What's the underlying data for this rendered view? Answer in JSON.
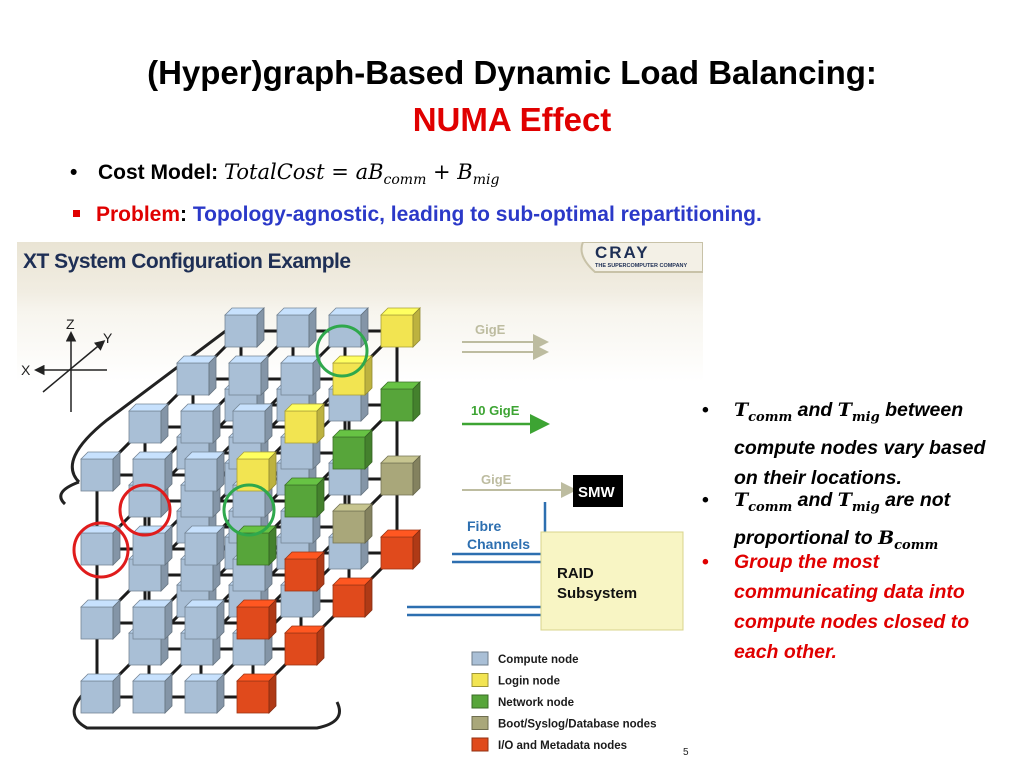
{
  "slide": {
    "title_line1": "(Hyper)graph-Based Dynamic Load Balancing:",
    "title_line2": "NUMA Effect",
    "bullets": {
      "cost_label": "Cost Model:",
      "formula": {
        "lhs": "TotalCost",
        "eq": " = aB",
        "sub1": "comm",
        "plus": " + B",
        "sub2": "mig"
      },
      "problem_label": "Problem",
      "problem_colon": ":",
      "problem_text": "Topology-agnostic, leading to sub-optimal repartitioning."
    },
    "right_bullets": [
      {
        "pre": "T",
        "s1": "comm",
        "mid": " and ",
        "t2": "T",
        "s2": "mig",
        "rest": "  between compute nodes vary based on their locations."
      },
      {
        "pre": "T",
        "s1": "comm",
        "mid": " and ",
        "t2": "T",
        "s2": "mig",
        "rest": " are not proportional to ",
        "t3": "B",
        "s3": "comm"
      },
      {
        "text": "Group the most communicating data into compute nodes closed to each other."
      }
    ]
  },
  "figure": {
    "title": "XT System Configuration Example",
    "logo_text": "CRAY",
    "logo_tagline": "THE SUPERCOMPUTER COMPANY",
    "axes": {
      "z": "Z",
      "y": "Y",
      "x": "X"
    },
    "links": {
      "gige_top": "GigE",
      "ten_gige": "10 GigE",
      "gige_mid": "GigE",
      "fibre": "Fibre",
      "channels": "Channels"
    },
    "smw": "SMW",
    "raid_line1": "RAID",
    "raid_line2": "Subsystem",
    "legend": [
      {
        "label": "Compute node",
        "color": "#a9bfd6"
      },
      {
        "label": "Login node",
        "color": "#f2e451"
      },
      {
        "label": "Network node",
        "color": "#57a53a"
      },
      {
        "label": "Boot/Syslog/Database nodes",
        "color": "#a9a77a"
      },
      {
        "label": "I/O and Metadata nodes",
        "color": "#e04a1c"
      }
    ],
    "page_number": "5"
  },
  "colors": {
    "accent_red": "#e00000",
    "accent_blue": "#2b39c8",
    "compute": "#a9bfd6",
    "login": "#f2e451",
    "network": "#57a53a",
    "boot": "#a9a77a",
    "io": "#e04a1c"
  }
}
